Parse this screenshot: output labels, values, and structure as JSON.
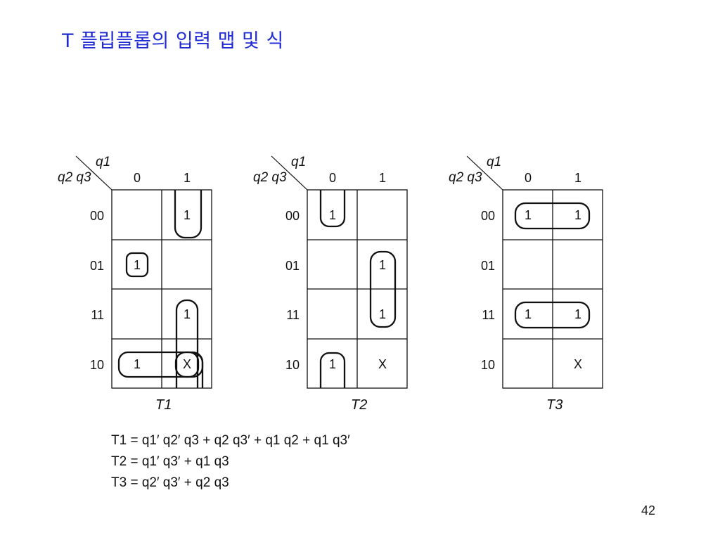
{
  "slide": {
    "title": "T 플립플롭의 입력 맵 및 식",
    "page_number": "42"
  },
  "kmaps": [
    {
      "id": "T1",
      "corner_top": "q1",
      "corner_left": "q2 q3",
      "col_headers": [
        "0",
        "1"
      ],
      "row_headers": [
        "00",
        "01",
        "11",
        "10"
      ],
      "cells": [
        [
          "",
          "1"
        ],
        [
          "1",
          ""
        ],
        [
          "",
          "1"
        ],
        [
          "1",
          "X"
        ]
      ],
      "label": "T1"
    },
    {
      "id": "T2",
      "corner_top": "q1",
      "corner_left": "q2 q3",
      "col_headers": [
        "0",
        "1"
      ],
      "row_headers": [
        "00",
        "01",
        "11",
        "10"
      ],
      "cells": [
        [
          "1",
          ""
        ],
        [
          "",
          "1"
        ],
        [
          "",
          "1"
        ],
        [
          "1",
          "X"
        ]
      ],
      "label": "T2"
    },
    {
      "id": "T3",
      "corner_top": "q1",
      "corner_left": "q2 q3",
      "col_headers": [
        "0",
        "1"
      ],
      "row_headers": [
        "00",
        "01",
        "11",
        "10"
      ],
      "cells": [
        [
          "1",
          "1"
        ],
        [
          "",
          ""
        ],
        [
          "1",
          "1"
        ],
        [
          "",
          "X"
        ]
      ],
      "label": "T3"
    }
  ],
  "equations": [
    "T1 = q1′ q2′ q3 + q2 q3′ + q1 q2 + q1 q3′",
    "T2 = q1′ q3′ + q1 q3",
    "T3 = q2′ q3′ + q2 q3"
  ]
}
